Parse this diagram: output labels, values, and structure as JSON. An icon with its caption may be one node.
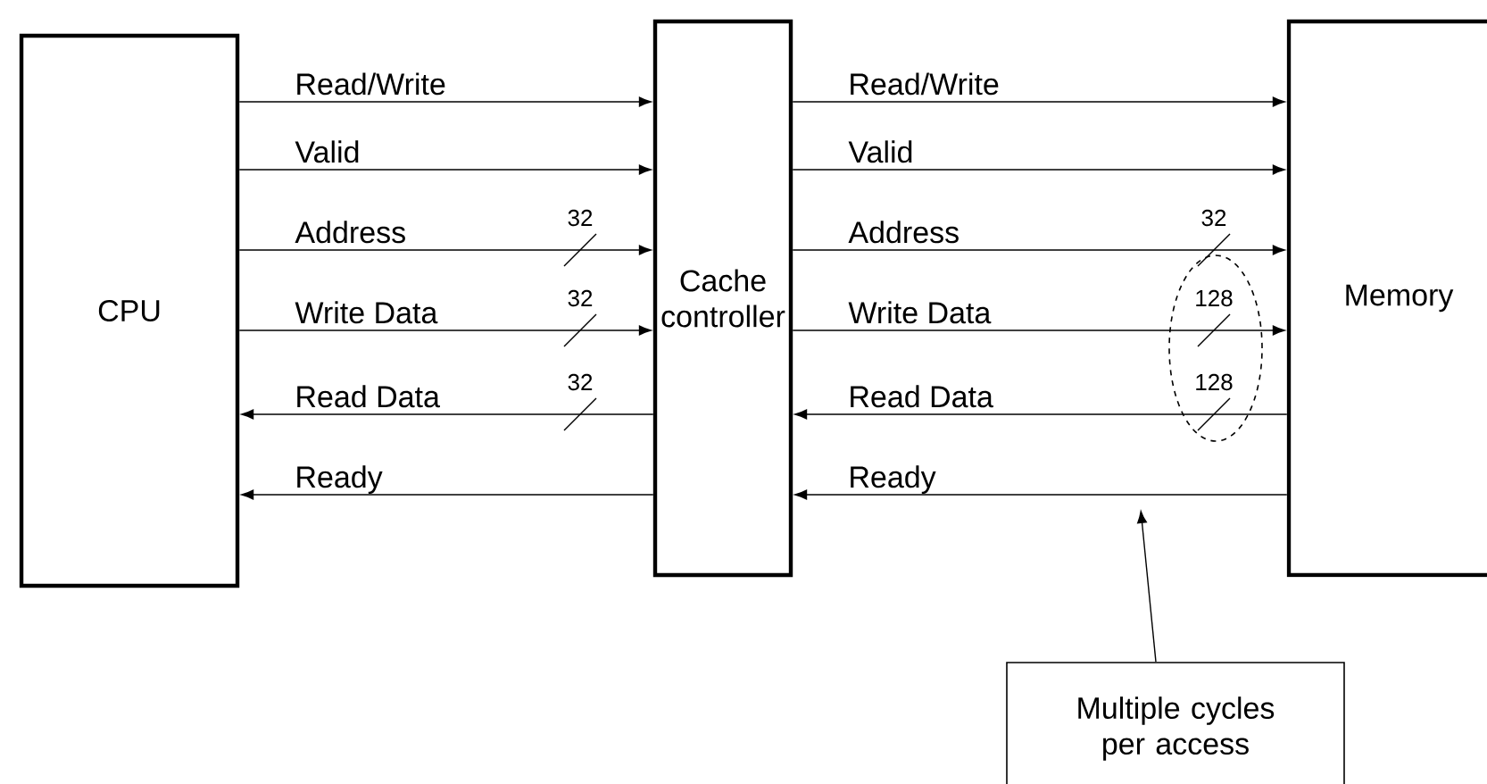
{
  "diagram": {
    "nodes": [
      {
        "text": [
          "CPU"
        ]
      },
      {
        "text": [
          "Cache controller"
        ]
      },
      {
        "text": [
          "Memory"
        ]
      },
      {
        "text": [
          "Multiple cycles per access"
        ]
      }
    ],
    "edges": [
      {
        "from": 0,
        "to": 1,
        "arrow": "to",
        "label": "Read/Write"
      },
      {
        "from": 0,
        "to": 1,
        "arrow": "to",
        "label": "Valid"
      },
      {
        "from": 0,
        "to": 1,
        "arrow": "to",
        "label": "Address"
      },
      {
        "from": 0,
        "to": 1,
        "arrow": "to",
        "label": "Write Data"
      },
      {
        "from": 1,
        "to": 0,
        "arrow": "to",
        "label": "Read Data"
      },
      {
        "from": 1,
        "to": 0,
        "arrow": "to",
        "label": "Ready"
      },
      {
        "from": 1,
        "to": 2,
        "arrow": "to",
        "label": "Read/Write"
      },
      {
        "from": 1,
        "to": 2,
        "arrow": "to",
        "label": "Valid"
      },
      {
        "from": 1,
        "to": 2,
        "arrow": "to",
        "label": "Address"
      },
      {
        "from": 1,
        "to": 2,
        "arrow": "to",
        "label": "Write Data"
      },
      {
        "from": 2,
        "to": 1,
        "arrow": "to",
        "label": "Read Data"
      },
      {
        "from": 2,
        "to": 1,
        "arrow": "to",
        "label": "Ready"
      },
      {
        "from": 3,
        "to": null,
        "arrow": "to"
      }
    ],
    "labels": [
      "32",
      "32",
      "32",
      "128",
      "32",
      "128"
    ]
  }
}
